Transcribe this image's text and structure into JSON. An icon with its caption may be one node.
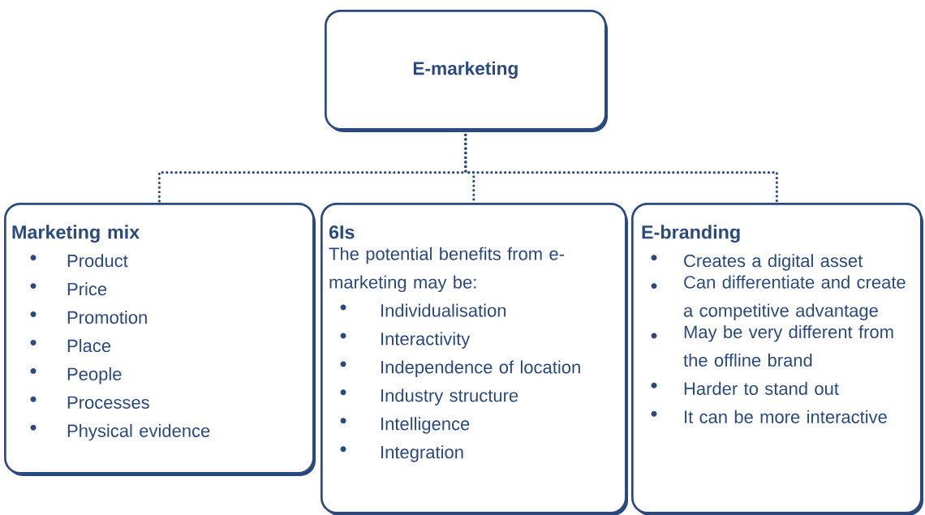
{
  "diagram": {
    "nodes": [
      {
        "text": [
          "E-marketing"
        ]
      },
      {
        "text": [
          "Marketing mix",
          "Product",
          "Price",
          "Promotion",
          "Place",
          "People",
          "Processes",
          "Physical evidence"
        ]
      },
      {
        "text": [
          "6Is",
          "The potential benefits from e-marketing may be:",
          "Individualisation",
          "Interactivity",
          "Independence of location",
          "Industry structure",
          "Intelligence",
          "Integration"
        ]
      },
      {
        "text": [
          "E-branding",
          "Creates a digital asset",
          "Can differentiate and create a competitive advantage",
          "May be very different from the offline brand",
          "Harder to stand out",
          "It can be more interactive"
        ]
      }
    ],
    "edges": [
      {
        "from": 0,
        "to": 1,
        "arrow": "none",
        "style": "dashed"
      },
      {
        "from": 0,
        "to": 2,
        "arrow": "none",
        "style": "dashed"
      },
      {
        "from": 0,
        "to": 3,
        "arrow": "none",
        "style": "dashed"
      }
    ]
  }
}
